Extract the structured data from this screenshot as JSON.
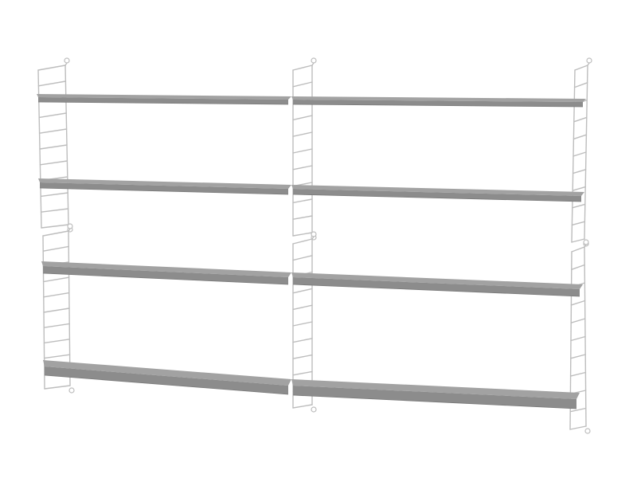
{
  "colors": {
    "background": "#ffffff",
    "shelf_top": "#a2a2a2",
    "shelf_front": "#8c8c8c",
    "shelf_edge": "#7a7a7a",
    "wire": "#d9d9d9",
    "wire_shadow": "#bdbdbd"
  },
  "product": {
    "sections": 2,
    "shelves_per_section": 4,
    "side_panels": 3
  }
}
